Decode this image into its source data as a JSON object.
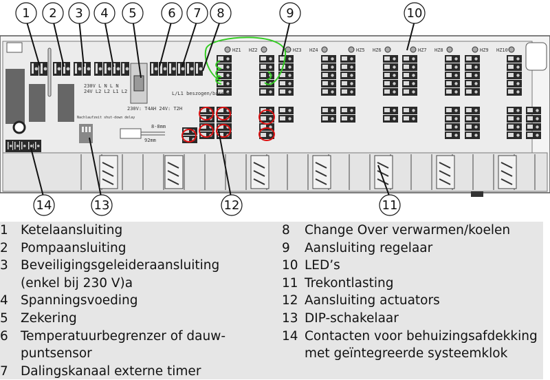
{
  "callouts": [
    "1",
    "2",
    "3",
    "4",
    "5",
    "6",
    "7",
    "8",
    "9",
    "10",
    "11",
    "12",
    "13",
    "14"
  ],
  "board_labels": {
    "zones": [
      "HZ1",
      "HZ2",
      "HZ3",
      "HZ4",
      "HZ5",
      "HZ6",
      "HZ7",
      "HZ8",
      "HZ9",
      "HZ10"
    ],
    "voltage_top": "230V  L   N   L   N",
    "voltage_bottom": "24V  L2  L2  L1  L2",
    "fuse": "230V: T4AH  24V: T2H",
    "changeover": "L/L1  beszogen/bassed",
    "dip_title": "Nachlaufzeit shut-down delay",
    "wire_length": "8-8mm",
    "wire_strip": "92mm"
  },
  "legend": {
    "left": [
      {
        "num": "1",
        "text": "Ketelaansluiting"
      },
      {
        "num": "2",
        "text": "Pompaansluiting"
      },
      {
        "num": "3",
        "text": "Beveiligingsgeleideraansluiting\n(enkel bij 230 V)a"
      },
      {
        "num": "4",
        "text": "Spanningsvoeding"
      },
      {
        "num": "5",
        "text": "Zekering"
      },
      {
        "num": "6",
        "text": "Temperatuurbegrenzer of dauw-\npuntsensor"
      },
      {
        "num": "7",
        "text": "Dalingskanaal externe timer"
      }
    ],
    "right": [
      {
        "num": "8",
        "text": "Change Over verwarmen/koelen"
      },
      {
        "num": "9",
        "text": "Aansluiting regelaar"
      },
      {
        "num": "10",
        "text": "LED’s"
      },
      {
        "num": "11",
        "text": "Trekontlasting"
      },
      {
        "num": "12",
        "text": "Aansluiting actuators"
      },
      {
        "num": "13",
        "text": "DIP-schakelaar"
      },
      {
        "num": "14",
        "text": "Contacten voor behuizingsafdekking\nmet geïntegreerde systeemklok"
      }
    ]
  },
  "colors": {
    "annotation_green": "#33cc22",
    "annotation_red": "#dd1111",
    "terminal": "#2a2a2a",
    "board": "#ececec"
  }
}
